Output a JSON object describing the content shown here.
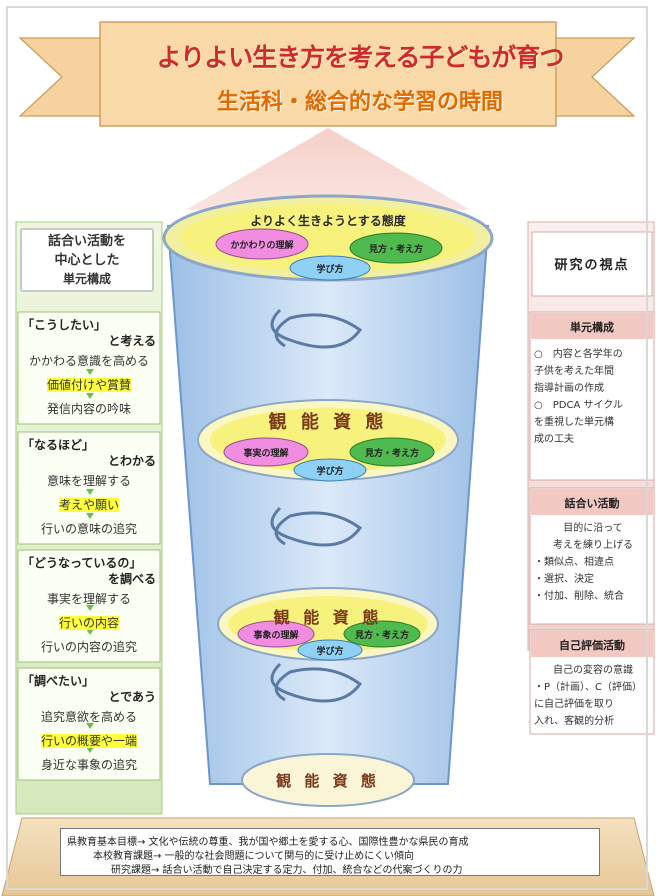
{
  "banner": {
    "title": "よりよい生き方を考える子どもが育つ",
    "subtitle": "生活科・総合的な学習の時間"
  },
  "cup": {
    "top_title": "よりよく生きようとする態度",
    "top_ovals": [
      "かかわりの理解",
      "見方・考え方",
      "学び方"
    ],
    "mid_title": "観 能 資 態",
    "mid_ovals": [
      "事実の理解",
      "見方・考え方",
      "学び方"
    ],
    "low_title": "観 能 資 態",
    "low_ovals": [
      "事象の理解",
      "見方・考え方",
      "学び方"
    ],
    "base_title": "観 能 資 態"
  },
  "left": {
    "heading": [
      "話合い活動を",
      "中心とした",
      "単元構成"
    ],
    "sections": [
      {
        "title_a": "「こうしたい」",
        "title_b": "と考える",
        "line1": "かかわる意識を高める",
        "highlight": "価値付けや賞賛",
        "line2": "発信内容の吟味"
      },
      {
        "title_a": "「なるほど」",
        "title_b": "とわかる",
        "line1": "意味を理解する",
        "highlight": "考えや願い",
        "line2": "行いの意味の追究"
      },
      {
        "title_a": "「どうなっているの」",
        "title_b": "を調べる",
        "line1": "事実を理解する",
        "highlight": "行いの内容",
        "line2": "行いの内容の追究"
      },
      {
        "title_a": "「調べたい」",
        "title_b": "とであう",
        "line1": "追究意欲を高める",
        "highlight": "行いの概要や一端",
        "line2": "身近な事象の追究"
      }
    ]
  },
  "right": {
    "heading": "研究の視点",
    "unit": {
      "title": "単元構成",
      "lines": [
        "○　内容と各学年の",
        "  子供を考えた年間",
        "  指導計画の作成",
        "○　PDCA サイクル",
        "  を重視した単元構",
        "  成の工夫"
      ]
    },
    "talk": {
      "title": "話合い活動",
      "lines": [
        "目的に沿って",
        "考えを練り上げる",
        "・類似点、相違点",
        "・選択、決定",
        "・付加、削除、統合"
      ]
    },
    "self": {
      "title": "自己評価活動",
      "lines": [
        "自己の変容の意識",
        "・P（計画）、C（評価）",
        "に自己評価を取り",
        "入れ、客観的分析"
      ]
    }
  },
  "bottom": {
    "lines": [
      "県教育基本目標→ 文化や伝統の尊重、我が国や郷土を愛する心、国際性豊かな県民の育成",
      "本校教育課題→ 一般的な社会問題について関与的に受け止めにくい傾向",
      "研究課題→ 話合い活動で自己決定する定力、付加、統合などの代案づくりの力"
    ]
  },
  "colors": {
    "banner_fill": "#f6d39e",
    "title_red": "#d02a2a",
    "subtitle_orange": "#e06a00",
    "cup_blue": "#b9d3ef",
    "ring_yellow": "#f6f27a",
    "oval_pink": "#f08de0",
    "oval_green": "#4fbb4f",
    "oval_blue": "#8fd0f5",
    "left_panel": "#e8f3d4",
    "right_panel": "#f7e6e4",
    "highlight": "#ffff3a"
  }
}
